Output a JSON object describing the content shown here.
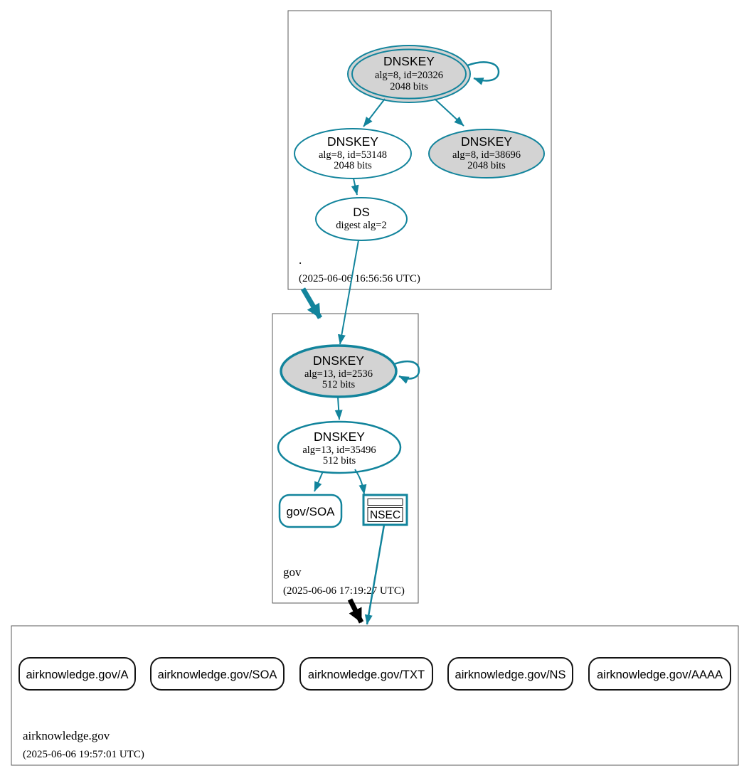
{
  "colors": {
    "secure_teal": "#12849c",
    "insecure_black": "#000000",
    "sep_key_fill": "#d3d3d3",
    "node_fill": "#ffffff",
    "cluster_border": "#585858"
  },
  "zones": [
    {
      "name": ".",
      "timestamp": "(2025-06-06 16:56:56 UTC)",
      "ksk": {
        "title": "DNSKEY",
        "alg": "alg=8, id=20326",
        "bits": "2048 bits"
      },
      "zsk": {
        "title": "DNSKEY",
        "alg": "alg=8, id=53148",
        "bits": "2048 bits"
      },
      "standby_key": {
        "title": "DNSKEY",
        "alg": "alg=8, id=38696",
        "bits": "2048 bits"
      },
      "ds": {
        "title": "DS",
        "digest": "digest alg=2"
      }
    },
    {
      "name": "gov",
      "timestamp": "(2025-06-06 17:19:27 UTC)",
      "ksk": {
        "title": "DNSKEY",
        "alg": "alg=13, id=2536",
        "bits": "512 bits"
      },
      "zsk": {
        "title": "DNSKEY",
        "alg": "alg=13, id=35496",
        "bits": "512 bits"
      },
      "soa": {
        "label": "gov/SOA"
      },
      "nsec": {
        "label": "NSEC"
      }
    },
    {
      "name": "airknowledge.gov",
      "timestamp": "(2025-06-06 19:57:01 UTC)",
      "rrsets": [
        {
          "label": "airknowledge.gov/A"
        },
        {
          "label": "airknowledge.gov/SOA"
        },
        {
          "label": "airknowledge.gov/TXT"
        },
        {
          "label": "airknowledge.gov/NS"
        },
        {
          "label": "airknowledge.gov/AAAA"
        }
      ]
    }
  ]
}
